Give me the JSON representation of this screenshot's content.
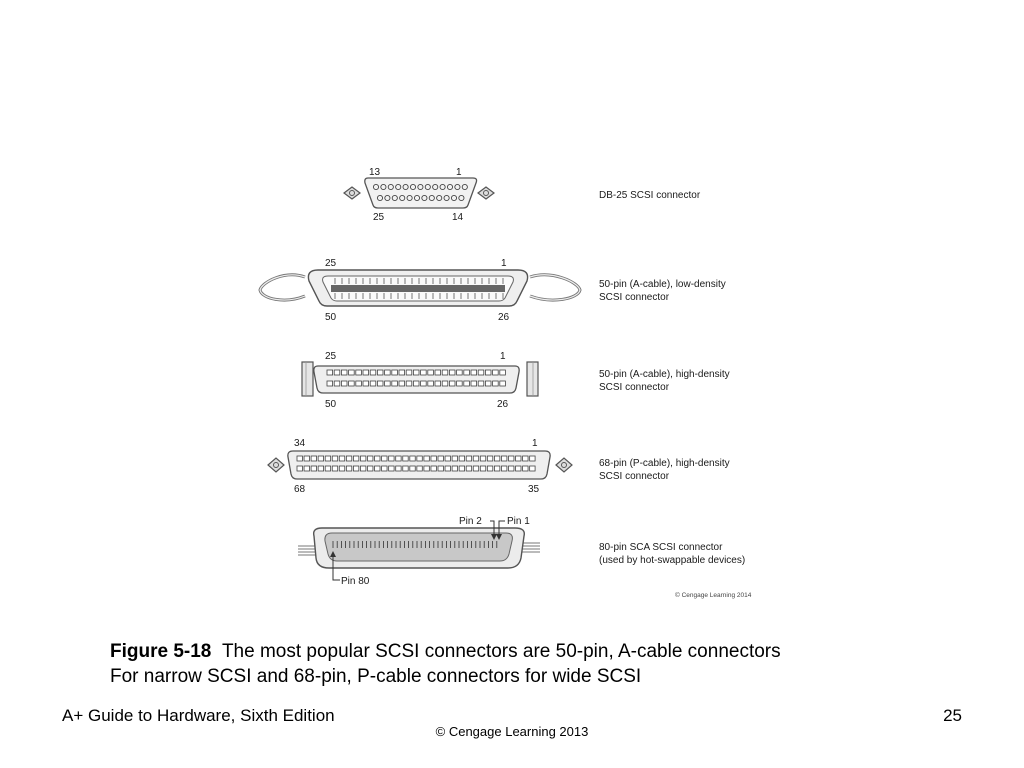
{
  "connectors": [
    {
      "pins": {
        "top_left": "13",
        "top_right": "1",
        "bottom_left": "25",
        "bottom_right": "14"
      },
      "description": [
        "DB-25 SCSI connector"
      ]
    },
    {
      "pins": {
        "top_left": "25",
        "top_right": "1",
        "bottom_left": "50",
        "bottom_right": "26"
      },
      "description": [
        "50-pin (A-cable), low-density",
        "SCSI connector"
      ]
    },
    {
      "pins": {
        "top_left": "25",
        "top_right": "1",
        "bottom_left": "50",
        "bottom_right": "26"
      },
      "description": [
        "50-pin (A-cable), high-density",
        "SCSI connector"
      ]
    },
    {
      "pins": {
        "top_left": "34",
        "top_right": "1",
        "bottom_left": "68",
        "bottom_right": "35"
      },
      "description": [
        "68-pin (P-cable), high-density",
        "SCSI connector"
      ]
    },
    {
      "pins": {
        "pin2": "Pin 2",
        "pin1": "Pin 1",
        "pin80": "Pin 80"
      },
      "description": [
        "80-pin SCA SCSI connector",
        "(used by hot-swappable devices)"
      ]
    }
  ],
  "figure_credit": "© Cengage Learning 2014",
  "caption": {
    "label": "Figure 5-18",
    "line1": "The most popular SCSI connectors are 50-pin, A-cable connectors",
    "line2": "For narrow SCSI and 68-pin, P-cable connectors for wide SCSI"
  },
  "footer": {
    "book": "A+ Guide to Hardware, Sixth Edition",
    "page": "25",
    "copyright": "© Cengage Learning  2013"
  }
}
